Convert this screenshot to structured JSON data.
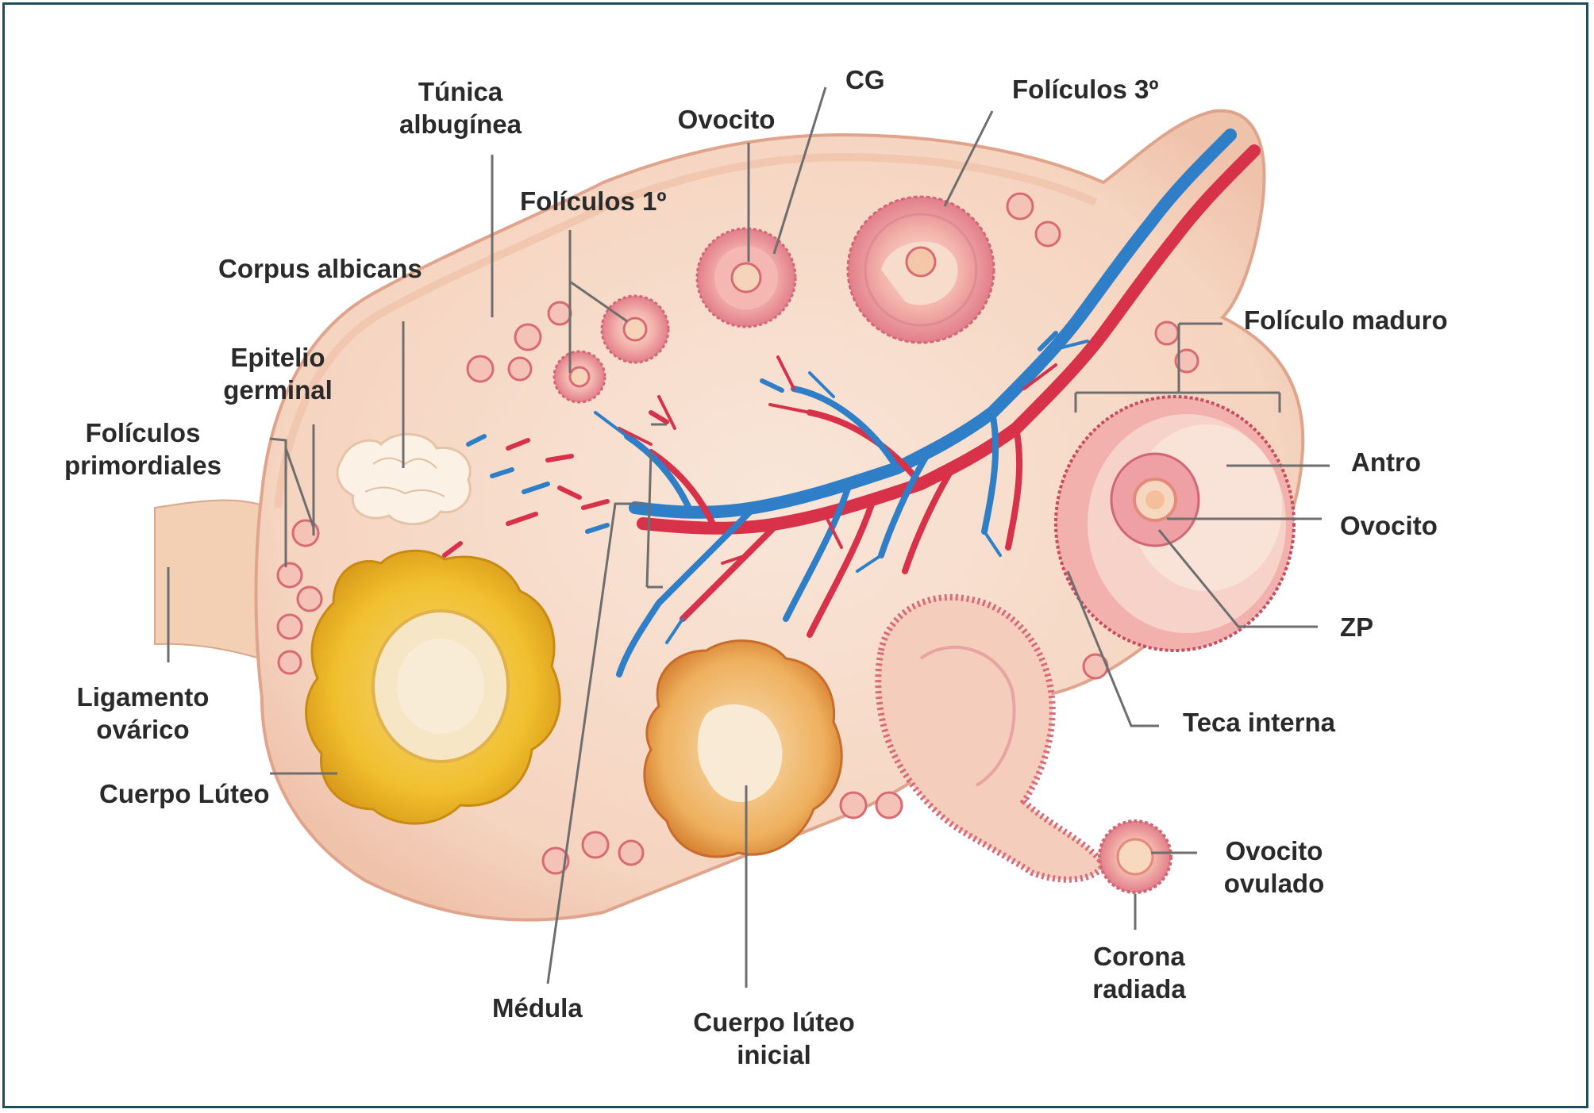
{
  "diagram": {
    "labels": {
      "tunica_albuginea": "Túnica\nalbugínea",
      "ovocito_top": "Ovocito",
      "cg": "CG",
      "foliculos_3": "Folículos 3º",
      "foliculos_1": "Folículos 1º",
      "corpus_albicans": "Corpus albicans",
      "epitelio_germinal": "Epitelio\ngerminal",
      "foliculos_primordiales": "Folículos\nprimordiales",
      "ligamento_ovarico": "Ligamento\novárico",
      "cuerpo_luteo": "Cuerpo Lúteo",
      "foliculo_maduro": "Folículo maduro",
      "antro": "Antro",
      "ovocito_right": "Ovocito",
      "zp": "ZP",
      "teca_interna": "Teca interna",
      "ovocito_ovulado": "Ovocito\novulado",
      "corona_radiada": "Corona\nradiada",
      "medula": "Médula",
      "cuerpo_luteo_inicial": "Cuerpo lúteo\ninicial"
    }
  },
  "colors": {
    "frame": "#1f4e5a",
    "stroma": "#f6d6c3",
    "stroma_edge": "#e3a990",
    "follicle": "#e98c94",
    "follicle_dark": "#c94b5e",
    "artery": "#d8314a",
    "vein": "#2f7fc8",
    "corpus_luteum": "#f0c33a",
    "label_text": "#2a2a2a",
    "leader": "#6e6e6e"
  }
}
